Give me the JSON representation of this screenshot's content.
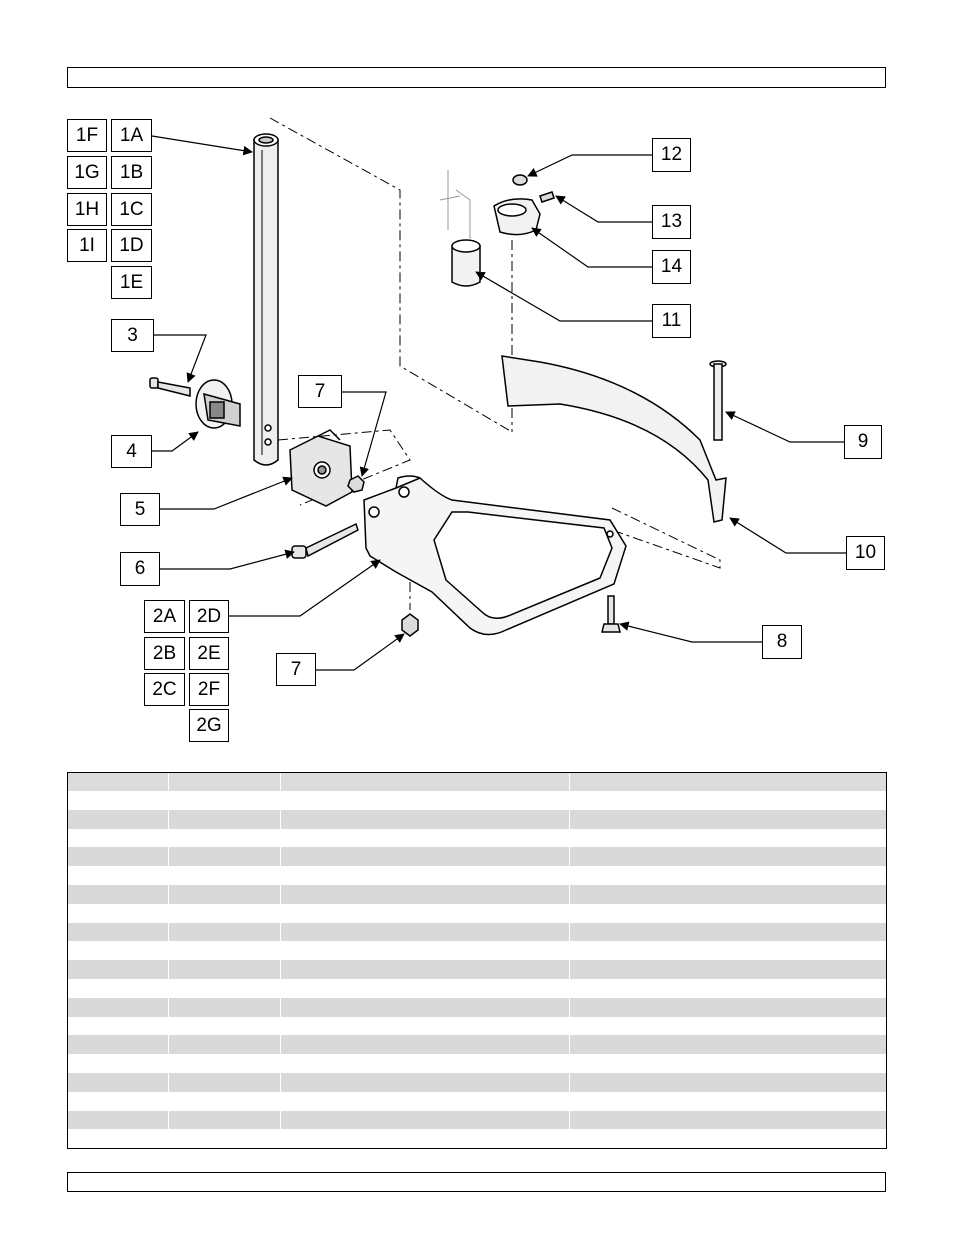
{
  "labels": {
    "l1F": "1F",
    "l1A": "1A",
    "l1G": "1G",
    "l1B": "1B",
    "l1H": "1H",
    "l1C": "1C",
    "l1I": "1I",
    "l1D": "1D",
    "l1E": "1E",
    "l3": "3",
    "l4": "4",
    "l5": "5",
    "l6": "6",
    "l7a": "7",
    "l7b": "7",
    "l8": "8",
    "l9": "9",
    "l10": "10",
    "l11": "11",
    "l12": "12",
    "l13": "13",
    "l14": "14",
    "l2A": "2A",
    "l2D": "2D",
    "l2B": "2B",
    "l2E": "2E",
    "l2C": "2C",
    "l2F": "2F",
    "l2G": "2G"
  },
  "table": {
    "columns": [
      "",
      "",
      "",
      ""
    ],
    "row_count": 19
  }
}
